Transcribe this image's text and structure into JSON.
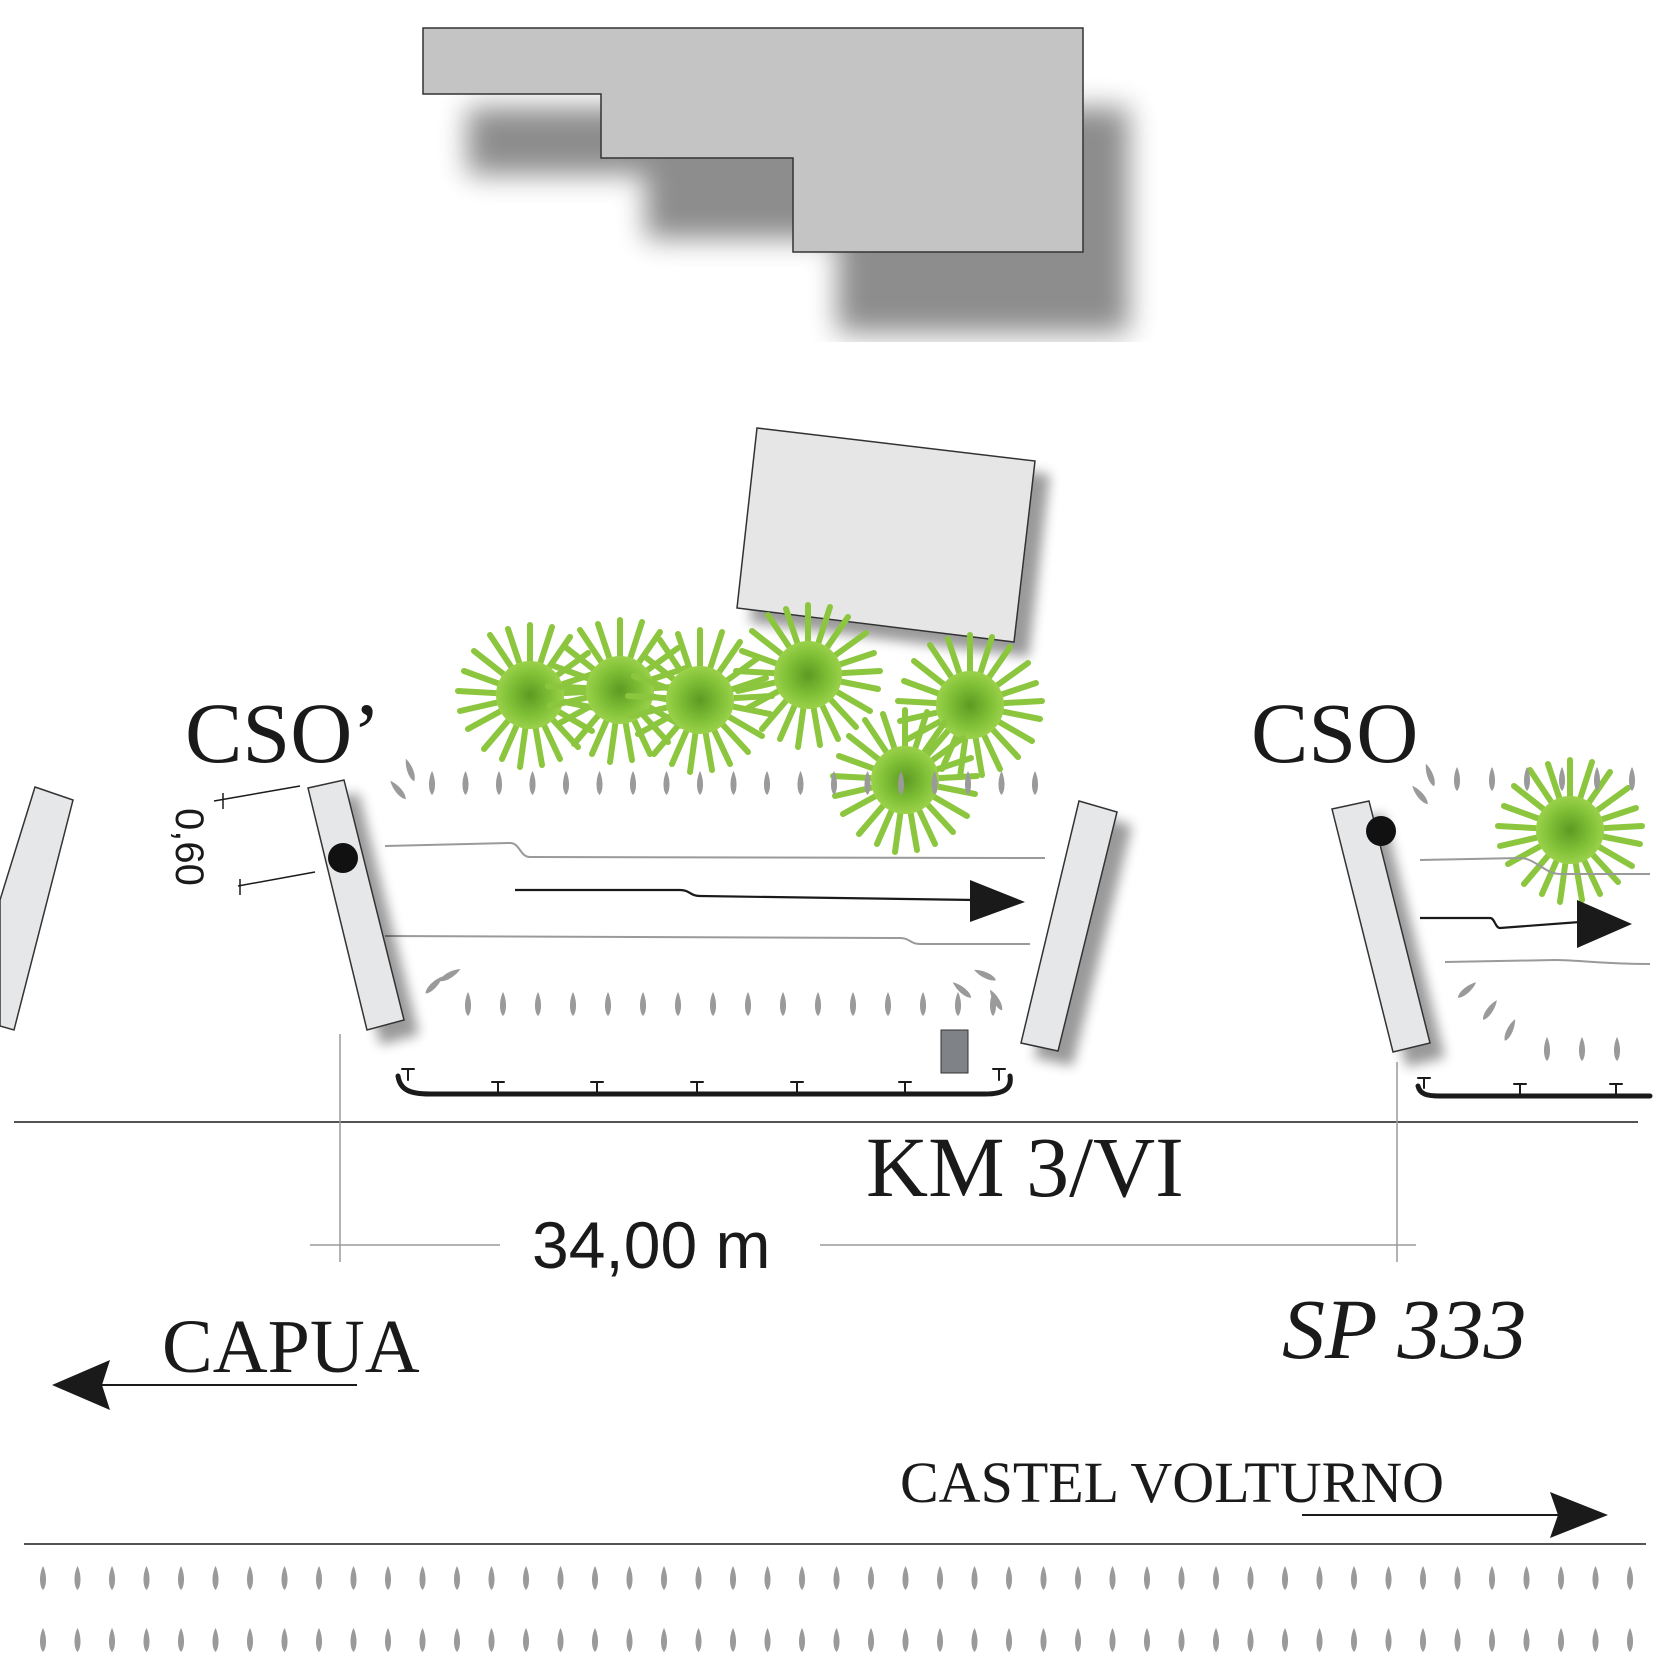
{
  "labels": {
    "cso_prime": "CSO’",
    "cso": "CSO",
    "dimension_small": "0,60",
    "km": "KM 3/VI",
    "distance": "34,00 m",
    "road": "SP 333",
    "capua": "CAPUA",
    "castel_volturno": "CASTEL VOLTURNO"
  },
  "colors": {
    "building_main": "#c4c4c4",
    "building_small": "#e6e6e6",
    "slab": "#e6e7e9",
    "vegetation": "#8cc63f",
    "vegetation_dark": "#5a9a1e",
    "tick_marks": "#9a9a9a",
    "lines": "#1a1a1a",
    "guide_lines": "#9a9a9a"
  }
}
